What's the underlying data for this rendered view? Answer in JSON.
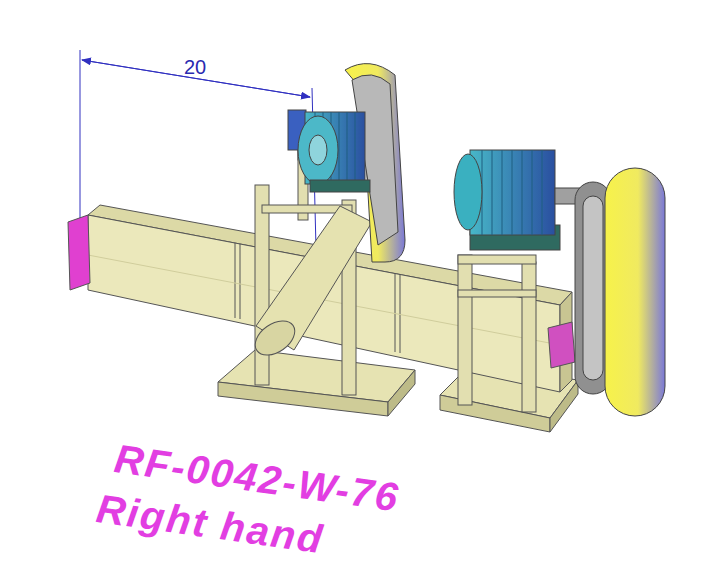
{
  "diagram": {
    "labels": [
      "20",
      "RF-0042-W-76",
      "Right hand"
    ]
  }
}
